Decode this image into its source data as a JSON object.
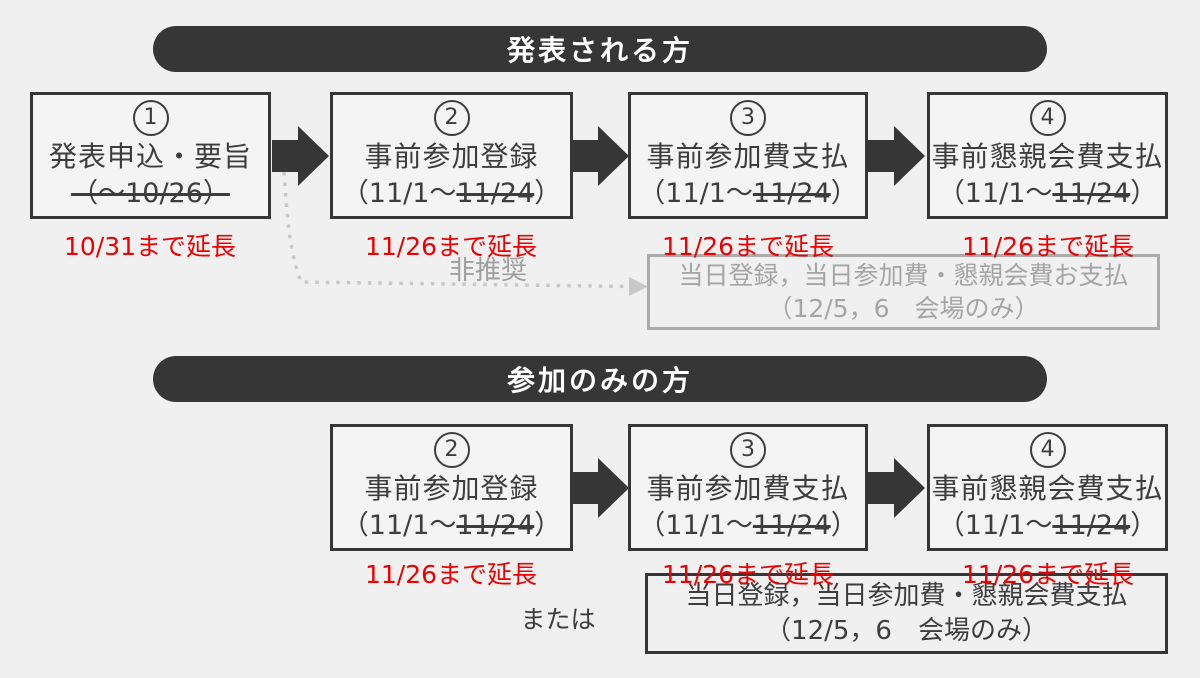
{
  "colors": {
    "background": "#f0f0f1",
    "dark": "#363636",
    "text": "#3d3d3d",
    "accent_red": "#ee0000",
    "muted_gray": "#a5a5a5"
  },
  "sections": [
    {
      "banner": "発表される方",
      "boxes": [
        {
          "number": "1",
          "title": "発表申込・要旨",
          "date_prefix": "",
          "date_struck": "（〜10/26）",
          "date_suffix": "",
          "extension": "10/31まで延長"
        },
        {
          "number": "2",
          "title": "事前参加登録",
          "date_prefix": "（11/1〜",
          "date_struck": "11/24",
          "date_suffix": "）",
          "extension": "11/26まで延長"
        },
        {
          "number": "3",
          "title": "事前参加費支払",
          "date_prefix": "（11/1〜",
          "date_struck": "11/24",
          "date_suffix": "）",
          "extension": "11/26まで延長"
        },
        {
          "number": "4",
          "title": "事前懇親会費支払",
          "date_prefix": "（11/1〜",
          "date_struck": "11/24",
          "date_suffix": "）",
          "extension": "11/26まで延長"
        }
      ],
      "not_recommended_label": "非推奨",
      "note": {
        "line1": "当日登録，当日参加費・懇親会費お支払",
        "line2": "（12/5，6　会場のみ）"
      }
    },
    {
      "banner": "参加のみの方",
      "boxes": [
        {
          "number": "2",
          "title": "事前参加登録",
          "date_prefix": "（11/1〜",
          "date_struck": "11/24",
          "date_suffix": "）",
          "extension": "11/26まで延長"
        },
        {
          "number": "3",
          "title": "事前参加費支払",
          "date_prefix": "（11/1〜",
          "date_struck": "11/24",
          "date_suffix": "）",
          "extension": "11/26まで延長"
        },
        {
          "number": "4",
          "title": "事前懇親会費支払",
          "date_prefix": "（11/1〜",
          "date_struck": "11/24",
          "date_suffix": "）",
          "extension": "11/26まで延長"
        }
      ],
      "or_label": "または",
      "note": {
        "line1": "当日登録，当日参加費・懇親会費支払",
        "line2": "（12/5，6　会場のみ）"
      }
    }
  ]
}
